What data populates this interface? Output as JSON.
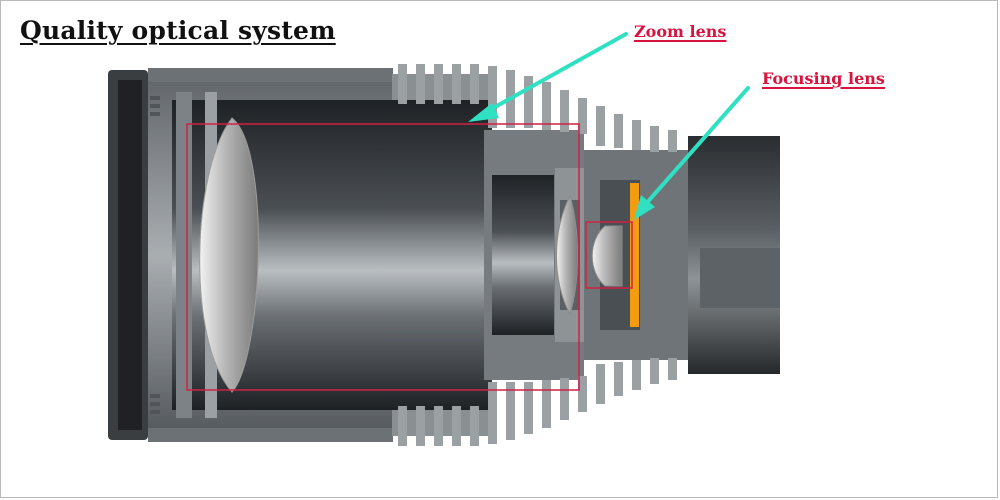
{
  "title": "Quality optical system",
  "callouts": {
    "zoom_lens": "Zoom lens",
    "focusing_lens": "Focusing lens"
  },
  "colors": {
    "callout_text": "#d9123e",
    "arrow": "#2fe0c2",
    "highlight_box": "#cf2146",
    "focusing_element": "#f39c12",
    "metal_dark": "#3a3d40",
    "metal_light": "#8a8f92"
  }
}
